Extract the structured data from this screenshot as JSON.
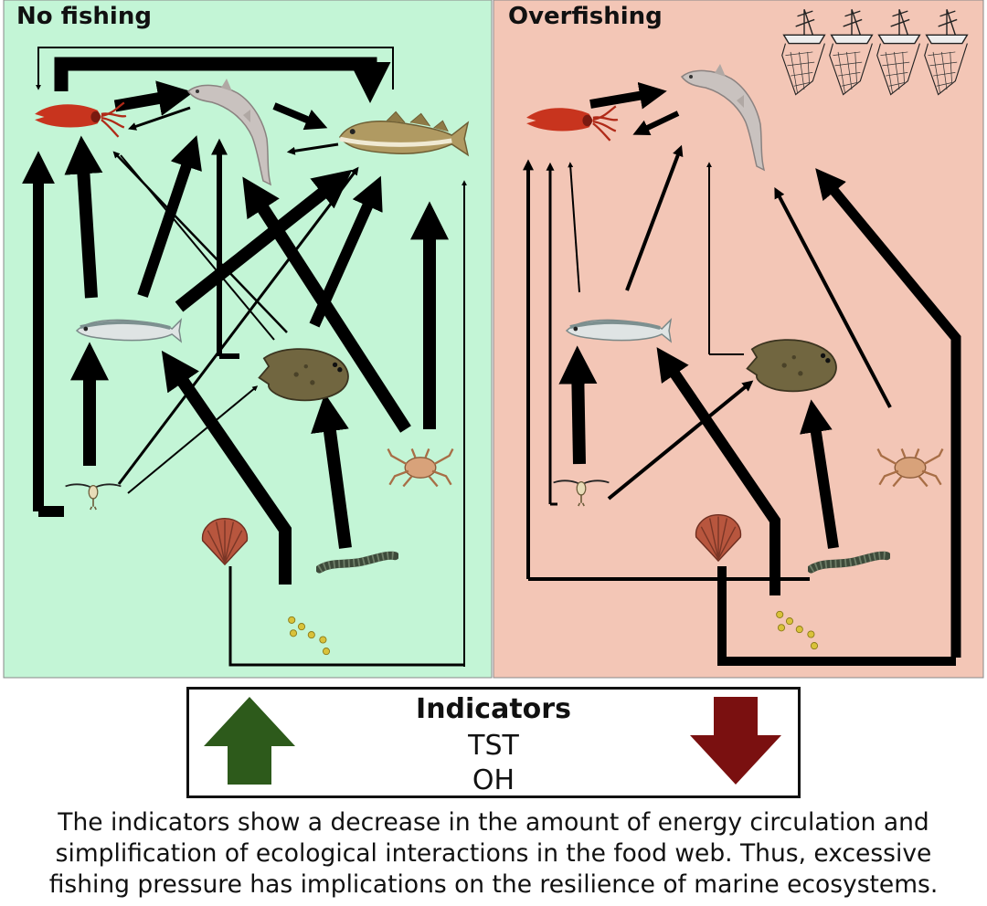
{
  "panels": {
    "left": {
      "title": "No fishing",
      "background": "#c3f5d6"
    },
    "right": {
      "title": "Overfishing",
      "background": "#f3c6b6"
    }
  },
  "indicators": {
    "title": "Indicators",
    "items": [
      "TST",
      "OH"
    ],
    "up_color": "#2d5a1b",
    "down_color": "#7a1010"
  },
  "caption": {
    "lines": [
      "The indicators show a decrease in the amount of energy circulation and",
      "simplification of ecological interactions in the food web. Thus, excessive",
      "fishing pressure has implications on the resilience of marine ecosystems."
    ]
  },
  "icons": [
    "squid-icon",
    "dogfish-icon",
    "cod-icon",
    "herring-icon",
    "flatfish-icon",
    "crab-icon",
    "copepod-icon",
    "scallop-icon",
    "worm-icon",
    "detritus-icon",
    "fishing-trawlers-icon"
  ]
}
